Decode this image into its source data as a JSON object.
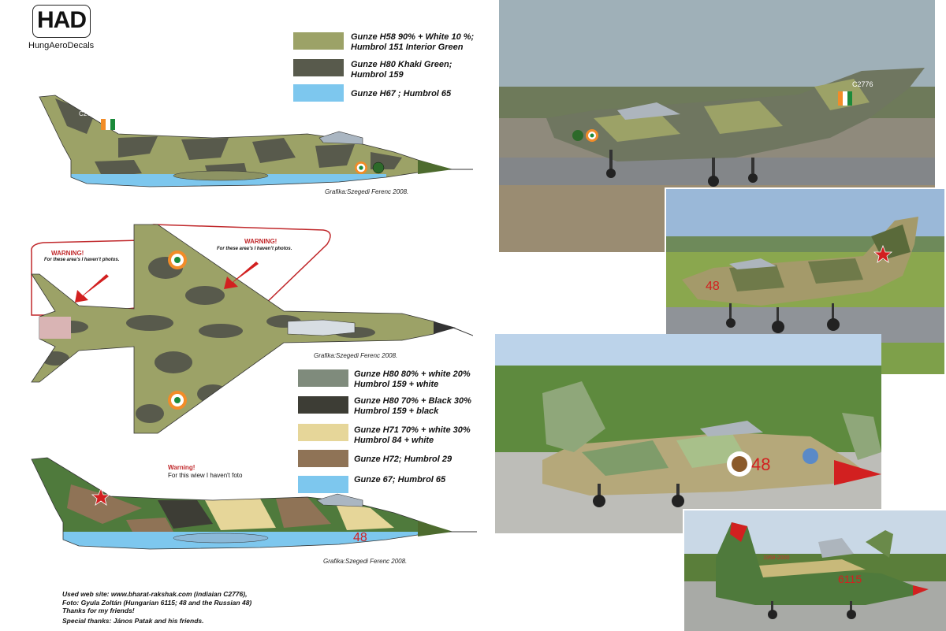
{
  "logo": {
    "mark": "HAD",
    "name": "HungAeroDecals"
  },
  "palette_top": [
    {
      "color": "#9ca267",
      "line1": "Gunze H58 90% + White 10 %;",
      "line2": " Humbrol 151 Interior Green"
    },
    {
      "color": "#585a4c",
      "line1": "Gunze H80 Khaki Green;",
      "line2": "Humbrol 159"
    },
    {
      "color": "#7dc7ee",
      "line1": "Gunze H67 ; Humbrol 65",
      "line2": ""
    }
  ],
  "palette_bottom": [
    {
      "color": "#7f8b7c",
      "line1": "Gunze H80 80% + white 20%",
      "line2": "Humbrol  159 + white"
    },
    {
      "color": "#3d3d35",
      "line1": "Gunze H80 70% + Black 30%",
      "line2": "Humbrol 159 + black"
    },
    {
      "color": "#e6d699",
      "line1": "Gunze H71 70% + white 30%",
      "line2": "Humbrol 84 + white"
    },
    {
      "color": "#8f7356",
      "line1": "Gunze H72; Humbrol 29",
      "line2": ""
    },
    {
      "color": "#7dc7ee",
      "line1": "Gunze 67; Humbrol 65",
      "line2": ""
    }
  ],
  "credits": {
    "top": "Grafika:Szegedi Ferenc 2008.",
    "middle": "Grafika:Szegedi Ferenc 2008.",
    "bottom": "Grafika:Szegedi Ferenc 2008."
  },
  "warnings": {
    "left_title": "WARNING!",
    "left_text": "For these area’s I haven’t photos.",
    "right_title": "WARNING!",
    "right_text": "For these area’s I haven’t photos.",
    "side_title": "Warning!",
    "side_text": "For this wiew I haven't foto"
  },
  "markings": {
    "india_serial": "C2776",
    "hungary_number": "48",
    "photo_serial": "C2776",
    "photo_number_48a": "48",
    "photo_number_48b": "48",
    "photo_number_6115": "6115",
    "photo_text_1958": "1958-2000"
  },
  "footer": {
    "line1": "Used web site: www.bharat-rakshak.com (indiaian C2776),",
    "line2": "Foto: Gyula Zoltán (Hungarian 6115; 48 and the Russian 48)",
    "line3": "Thanks for my friends!",
    "line4": "Special thanks:  János Patak and his friends."
  },
  "colors": {
    "camo_light": "#9ca267",
    "camo_dark": "#585a4c",
    "underside_blue": "#7dc7ee",
    "warning_red": "#c0282b"
  }
}
